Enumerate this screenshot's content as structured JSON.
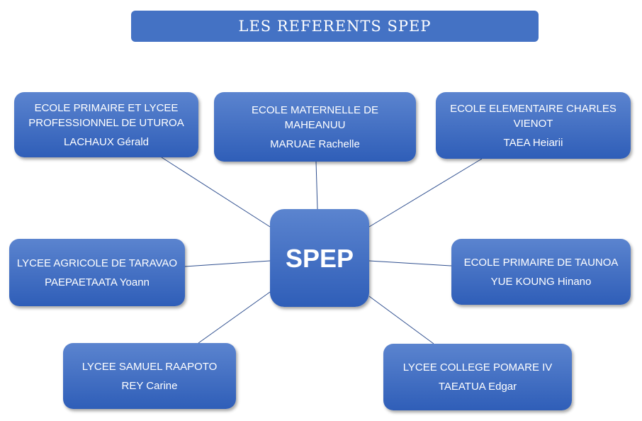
{
  "title": "LES REFERENTS SPEP",
  "center": "SPEP",
  "nodes": [
    {
      "school": "ECOLE PRIMAIRE ET LYCEE PROFESSIONNEL DE UTUROA",
      "referent": "LACHAUX Gérald"
    },
    {
      "school": "ECOLE MATERNELLE DE MAHEANUU",
      "referent": "MARUAE Rachelle"
    },
    {
      "school": "ECOLE ELEMENTAIRE CHARLES VIENOT",
      "referent": "TAEA Heiarii"
    },
    {
      "school": "LYCEE AGRICOLE DE TARAVAO",
      "referent": "PAEPAETAATA Yoann"
    },
    {
      "school": "ECOLE PRIMAIRE DE TAUNOA",
      "referent": "YUE KOUNG Hinano"
    },
    {
      "school": "LYCEE SAMUEL RAAPOTO",
      "referent": "REY Carine"
    },
    {
      "school": "LYCEE COLLEGE POMARE IV",
      "referent": "TAEATUA Edgar"
    }
  ]
}
